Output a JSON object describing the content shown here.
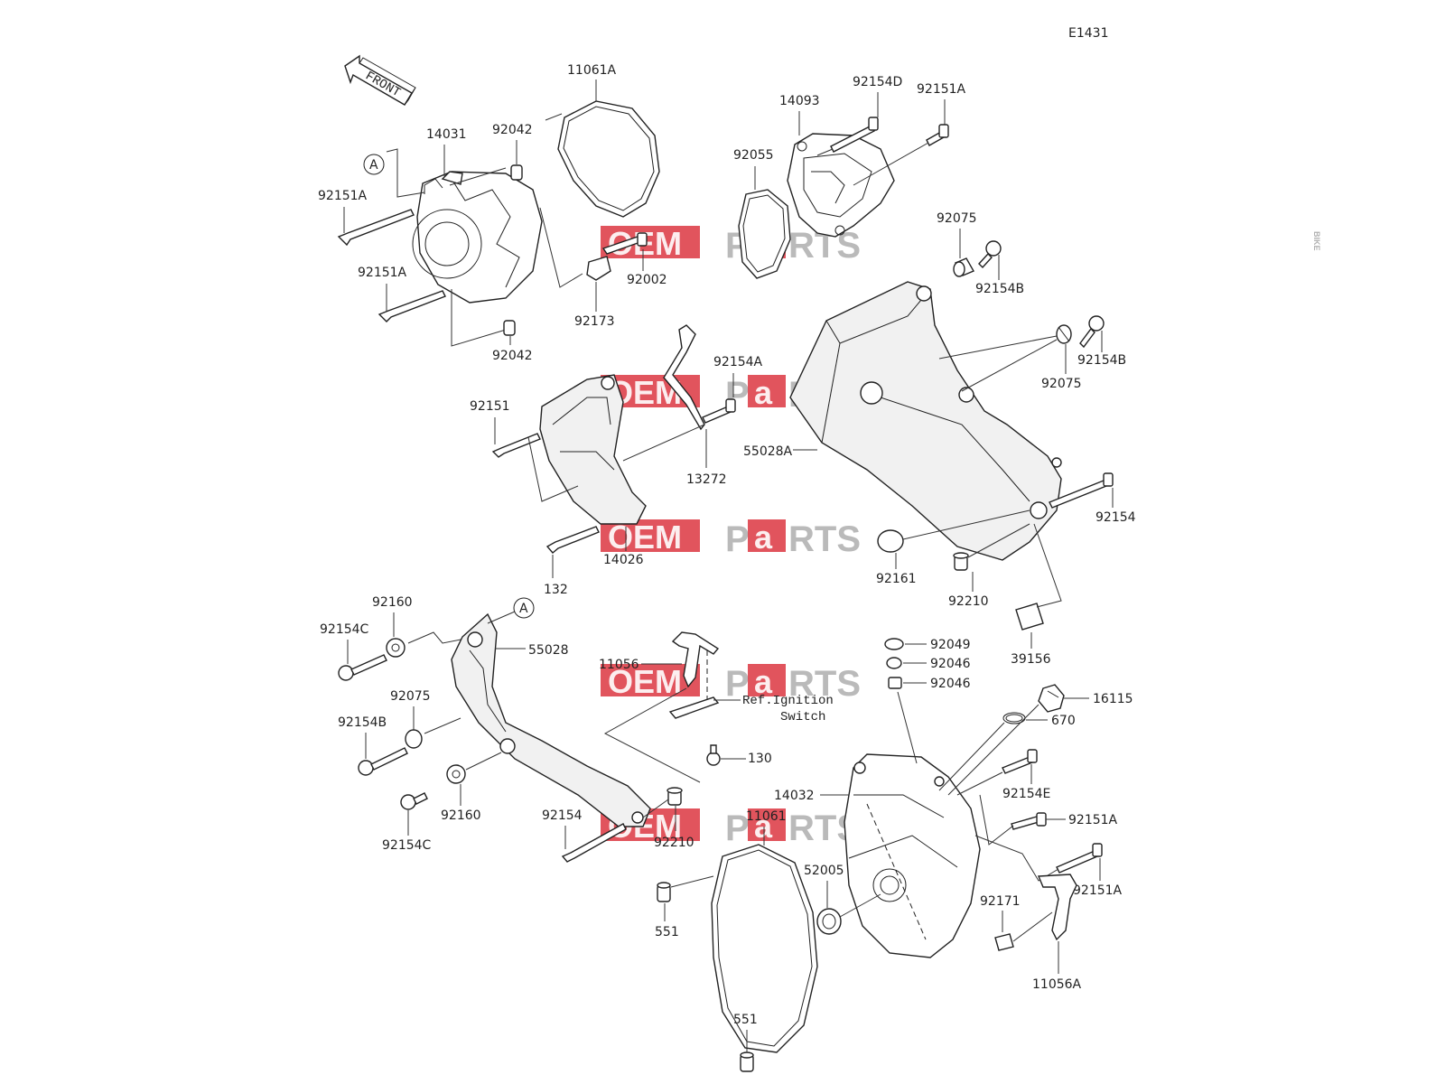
{
  "diagram": {
    "code": "E1431",
    "front_label": "FRONT",
    "ref_marker": "A",
    "ref_note": [
      "Ref.Ignition",
      "Switch"
    ],
    "watermark": {
      "brand_left": "OEM",
      "brand_mid": "BIKE",
      "brand_right": "P",
      "brand_a": "a",
      "brand_end": "RTS"
    }
  },
  "parts": {
    "p11061A": "11061A",
    "p14031": "14031",
    "p92042a": "92042",
    "p92151Aa": "92151A",
    "p92151Ab": "92151A",
    "p92002": "92002",
    "p92173": "92173",
    "p92042b": "92042",
    "p14093": "14093",
    "p92154D": "92154D",
    "p92151Ac": "92151A",
    "p92055": "92055",
    "p92075a": "92075",
    "p92154Ba": "92154B",
    "p92154Bb": "92154B",
    "p92075b": "92075",
    "p92154A": "92154A",
    "p92151": "92151",
    "p13272": "13272",
    "p55028A": "55028A",
    "p92154a": "92154",
    "p14026": "14026",
    "p132": "132",
    "p92161": "92161",
    "p92210a": "92210",
    "p39156": "39156",
    "p92160a": "92160",
    "p92154Ca": "92154C",
    "p55028": "55028",
    "p92075c": "92075",
    "p92154Bc": "92154B",
    "p92160b": "92160",
    "p92154Cb": "92154C",
    "p11056": "11056",
    "p130": "130",
    "p92154b": "92154",
    "p92210b": "92210",
    "p92049": "92049",
    "p92046a": "92046",
    "p92046b": "92046",
    "p16115": "16115",
    "p670": "670",
    "p14032": "14032",
    "p92154E": "92154E",
    "p92151Ad": "92151A",
    "p92151Ae": "92151A",
    "p11061": "11061",
    "p52005": "52005",
    "p551a": "551",
    "p551b": "551",
    "p92171": "92171",
    "p11056A": "11056A"
  }
}
